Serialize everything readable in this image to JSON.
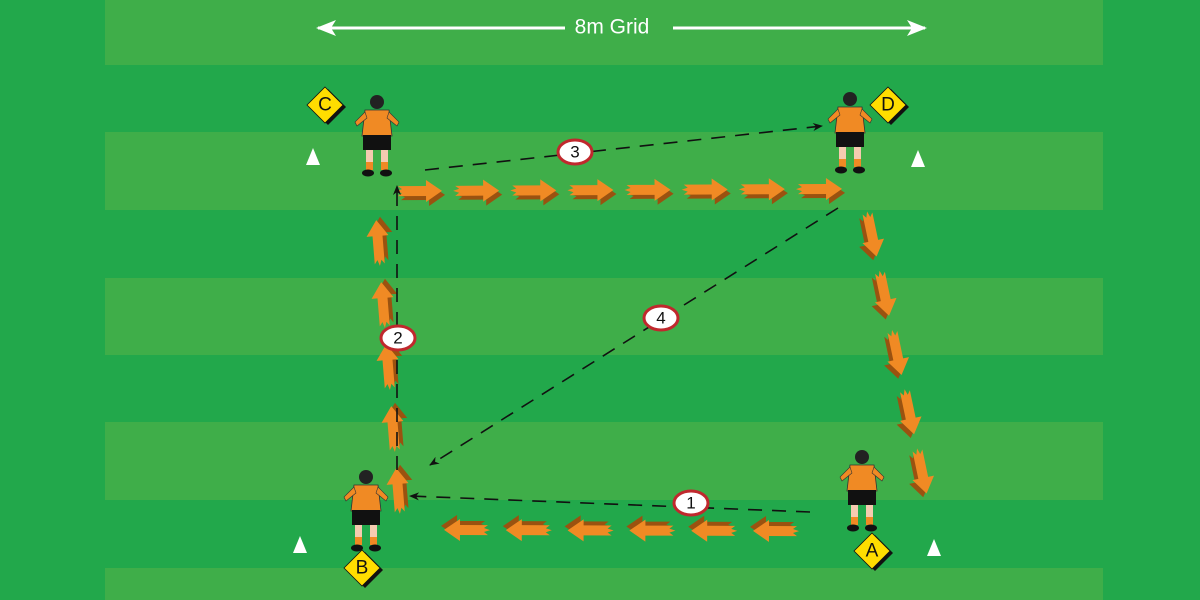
{
  "title": "8m Grid",
  "colors": {
    "field_dark": "#22a84b",
    "field_light": "#3fae49",
    "run_arrow": "#f08a24",
    "run_arrow_shadow": "#9a5210",
    "marker": "#ffdd00",
    "step_ring": "#c0282d"
  },
  "players": [
    {
      "label": "C"
    },
    {
      "label": "D"
    },
    {
      "label": "B"
    },
    {
      "label": "A"
    }
  ],
  "steps": [
    {
      "number": "1"
    },
    {
      "number": "2"
    },
    {
      "number": "3"
    },
    {
      "number": "4"
    }
  ]
}
